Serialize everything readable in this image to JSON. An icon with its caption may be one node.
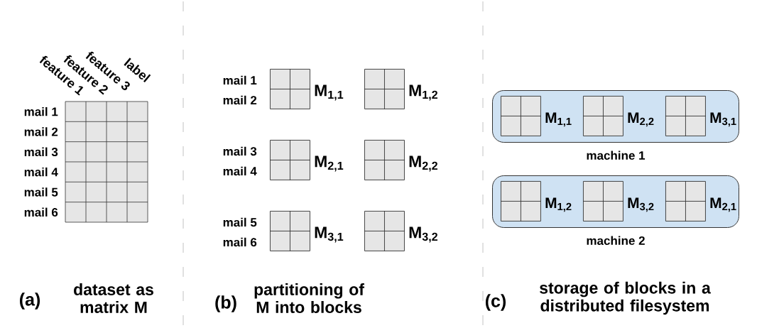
{
  "diagram": {
    "nodes": [
      {
        "text": [],
        "shape": "box",
        "beside": [
          "M$_{1,1}$"
        ]
      },
      {
        "text": [],
        "shape": "box",
        "beside": [
          "M$_{1,2}$"
        ]
      },
      {
        "text": [],
        "shape": "box",
        "beside": [
          "M$_{2,1}$"
        ]
      },
      {
        "text": [],
        "shape": "box",
        "beside": [
          "M$_{2,2}$"
        ]
      },
      {
        "text": [],
        "shape": "box",
        "beside": [
          "M$_{3,1}$"
        ]
      },
      {
        "text": [],
        "shape": "box",
        "beside": [
          "M$_{3,2}$"
        ]
      },
      {
        "text": [
          "machine 1"
        ]
      },
      {
        "text": [],
        "shape": "box",
        "beside": [
          "M$_{1,1}$"
        ],
        "in": 6
      },
      {
        "text": [],
        "shape": "box",
        "beside": [
          "M$_{2,2}$"
        ],
        "in": 6
      },
      {
        "text": [],
        "shape": "box",
        "beside": [
          "M$_{3,1}$"
        ],
        "in": 6
      },
      {
        "text": [
          "machine 2"
        ]
      },
      {
        "text": [],
        "shape": "box",
        "beside": [
          "M$_{1,2}$"
        ],
        "in": 10
      },
      {
        "text": [],
        "shape": "box",
        "beside": [
          "M$_{3,2}$"
        ],
        "in": 10
      },
      {
        "text": [],
        "shape": "box",
        "beside": [
          "M$_{2,1}$"
        ],
        "in": 10
      }
    ],
    "labels": [
      "feature 1",
      "feature 2",
      "feature 3",
      "label",
      "mail 1",
      "mail 2",
      "mail 3",
      "mail 4",
      "mail 5",
      "mail 6",
      "(a)",
      "dataset as matrix M",
      "mail 1",
      "mail 2",
      "mail 3",
      "mail 4",
      "mail 5",
      "mail 6",
      "(b)",
      "partitioning of M into blocks",
      "(c)",
      "storage of blocks in a distributed filesystem"
    ]
  }
}
